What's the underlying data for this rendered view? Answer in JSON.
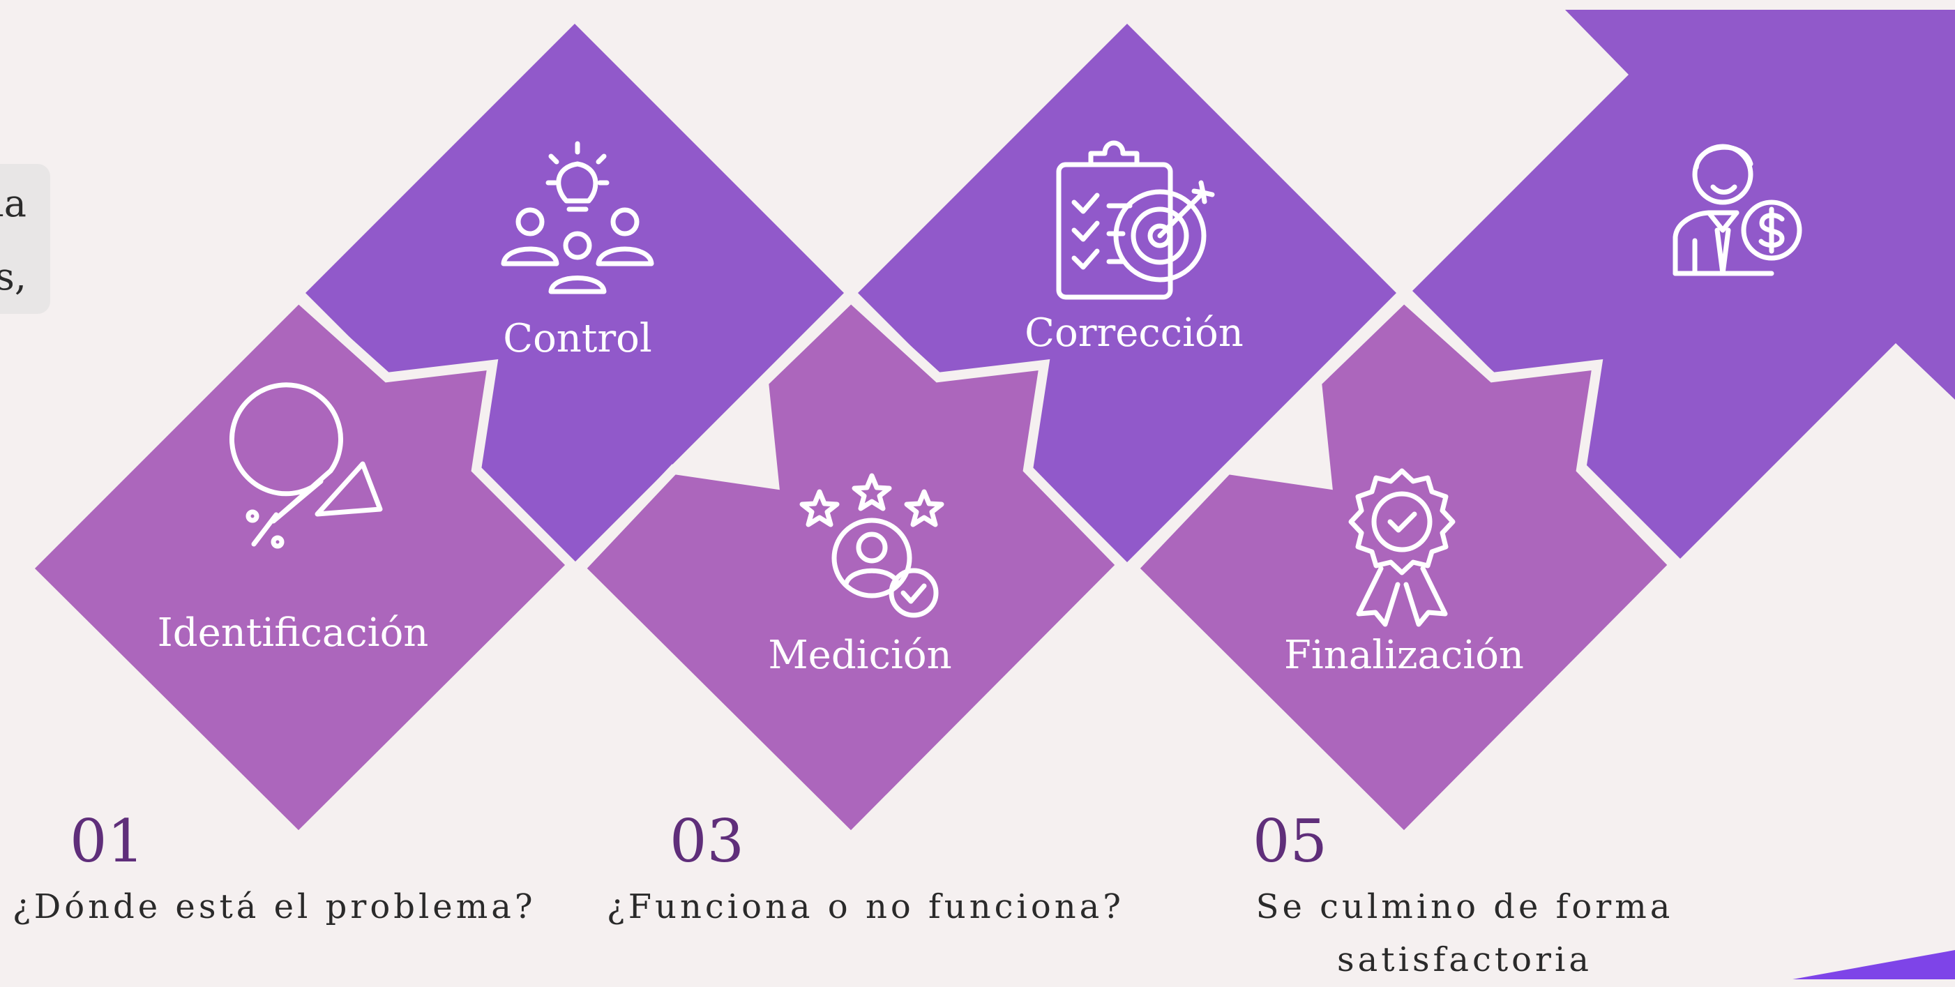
{
  "partial_text": {
    "line1": "la",
    "line2": "s,"
  },
  "steps": [
    {
      "number": "01",
      "label": "Identificación",
      "caption": "¿Dónde está el problema?",
      "icon": "pie-chart-percent-icon"
    },
    {
      "number": "",
      "label": "Control",
      "caption": "",
      "icon": "team-idea-icon"
    },
    {
      "number": "03",
      "label": "Medición",
      "caption": "¿Funciona o no funciona?",
      "icon": "user-rating-icon"
    },
    {
      "number": "",
      "label": "Corrección",
      "caption": "",
      "icon": "clipboard-target-icon"
    },
    {
      "number": "05",
      "label": "Finalización",
      "caption_line1": "Se culmino de forma",
      "caption_line2": "satisfactoria",
      "icon": "award-badge-icon"
    },
    {
      "icon": "businessman-money-icon"
    }
  ],
  "colors": {
    "background": "#f5f0f0",
    "diamond_light": "#ac66bc",
    "diamond_dark": "#9159ca",
    "accent": "#7e44e8",
    "number": "#5f2e7a"
  }
}
